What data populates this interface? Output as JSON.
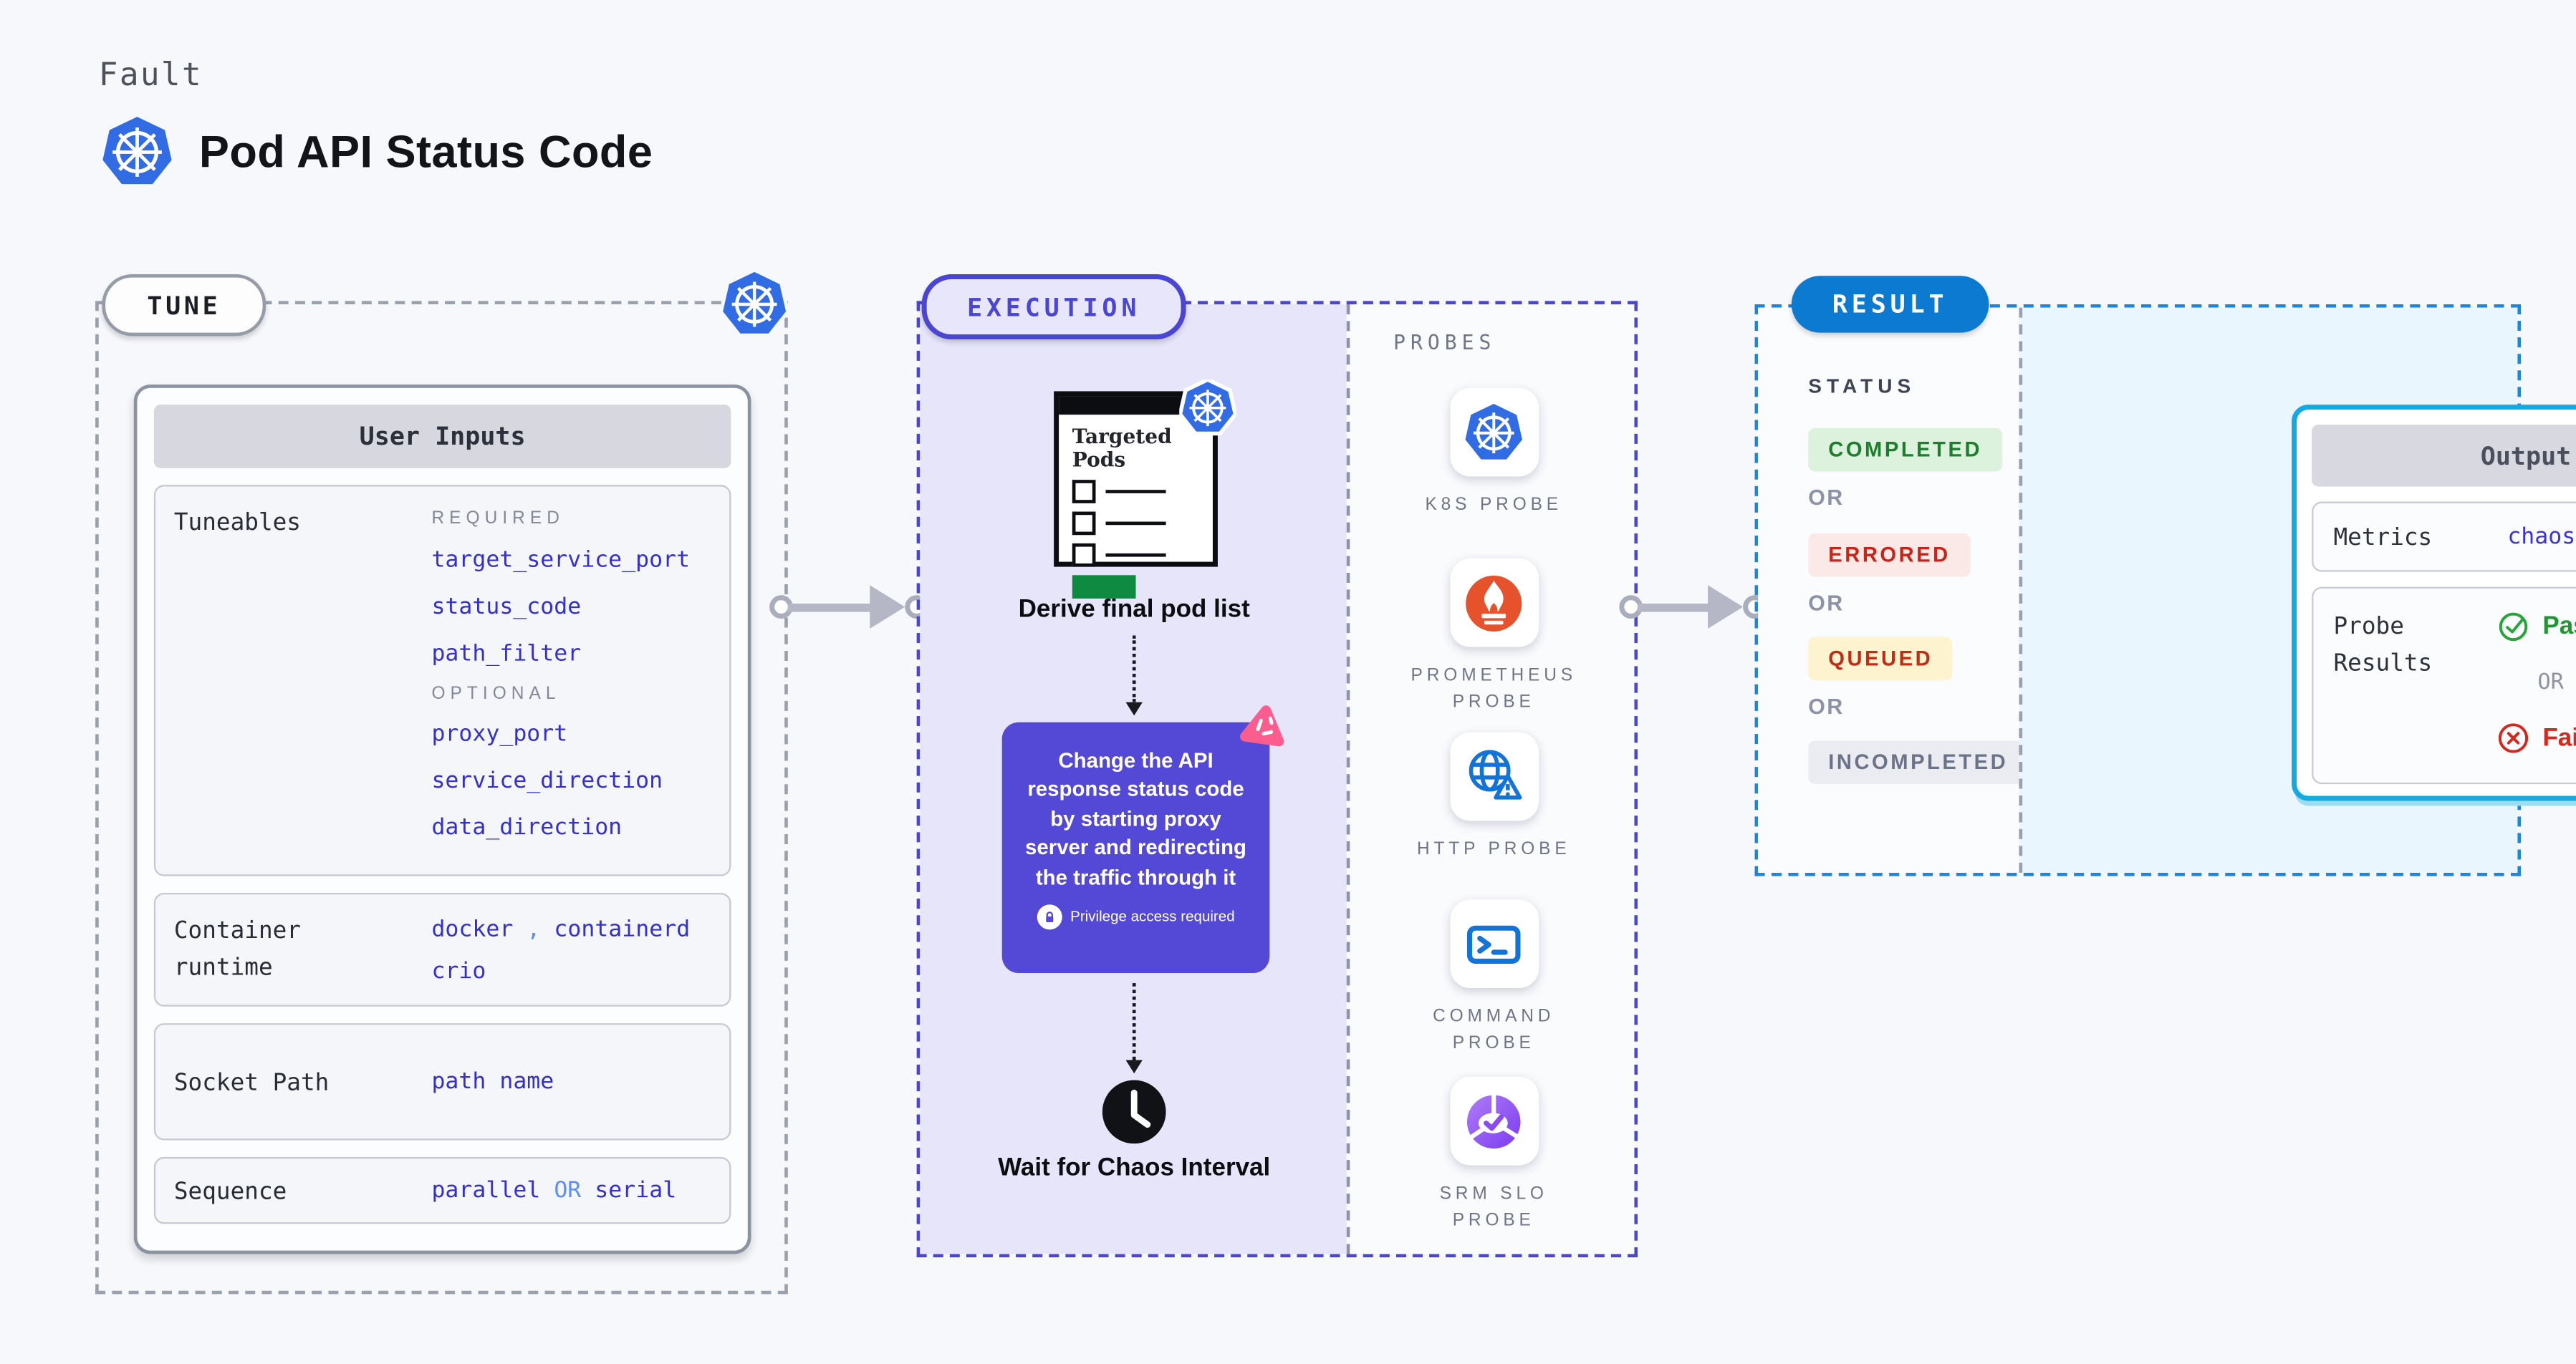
{
  "page": {
    "kicker": "Fault",
    "title": "Pod API Status Code"
  },
  "tune": {
    "pill": "TUNE",
    "card_title": "User Inputs",
    "tuneables_label": "Tuneables",
    "required_label": "REQUIRED",
    "required_params": [
      "target_service_port",
      "status_code",
      "path_filter"
    ],
    "optional_label": "OPTIONAL",
    "optional_params": [
      "proxy_port",
      "service_direction",
      "data_direction"
    ],
    "runtime_label": "Container runtime",
    "runtime_values": [
      "docker",
      "containerd",
      "crio"
    ],
    "runtime_separator": ",",
    "socket_label": "Socket Path",
    "socket_value": "path name",
    "sequence_label": "Sequence",
    "sequence_first": "parallel",
    "sequence_or": "OR",
    "sequence_second": "serial"
  },
  "execution": {
    "pill": "EXECUTION",
    "pods_doc_title": "Targeted Pods",
    "step_derive": "Derive final pod list",
    "action_text": "Change the API response status code by starting proxy server and redirecting the traffic through it",
    "privilege_note": "Privilege access required",
    "step_wait": "Wait for Chaos Interval"
  },
  "probes": {
    "label": "PROBES",
    "items": [
      {
        "name": "K8S PROBE",
        "icon": "kubernetes-icon"
      },
      {
        "name": "PROMETHEUS PROBE",
        "icon": "prometheus-icon"
      },
      {
        "name": "HTTP PROBE",
        "icon": "globe-warning-icon"
      },
      {
        "name": "COMMAND PROBE",
        "icon": "terminal-icon"
      },
      {
        "name": "SRM SLO PROBE",
        "icon": "slo-pie-check-icon"
      }
    ]
  },
  "result": {
    "pill": "RESULT",
    "status_label": "STATUS",
    "or_label": "OR",
    "statuses": [
      {
        "label": "COMPLETED",
        "bg": "#dcf2dc",
        "text": "#1e7d2f"
      },
      {
        "label": "ERRORED",
        "bg": "#fbe9e7",
        "text": "#c7241a"
      },
      {
        "label": "QUEUED",
        "bg": "#fdf3cf",
        "text": "#bf2d17"
      },
      {
        "label": "INCOMPLETED",
        "bg": "#ebecf2",
        "text": "#6c7288"
      }
    ],
    "output": {
      "title": "Output",
      "metrics_label": "Metrics",
      "metrics_value": "chaos metrics",
      "probe_results_label": "Probe Results",
      "passed_label": "Passed",
      "or_label": "OR",
      "failed_label": "Failed"
    }
  },
  "colors": {
    "accent_indigo": "#4b45d3",
    "result_blue": "#0d7ad2",
    "output_border_cyan": "#15a9e1",
    "kubernetes_blue": "#326ce5",
    "action_purple": "#5349d6",
    "param_blue": "#3330cf",
    "or_light_blue": "#5b8ff2",
    "passed_green": "#1f9632",
    "failed_red": "#d6281c",
    "prometheus_orange": "#e6522c",
    "litmus_pink": "#fb5d8e",
    "pods_green": "#0e8a41",
    "lavender_fill": "#e6e5fa",
    "light_cyan_fill": "#e9f6fd"
  }
}
